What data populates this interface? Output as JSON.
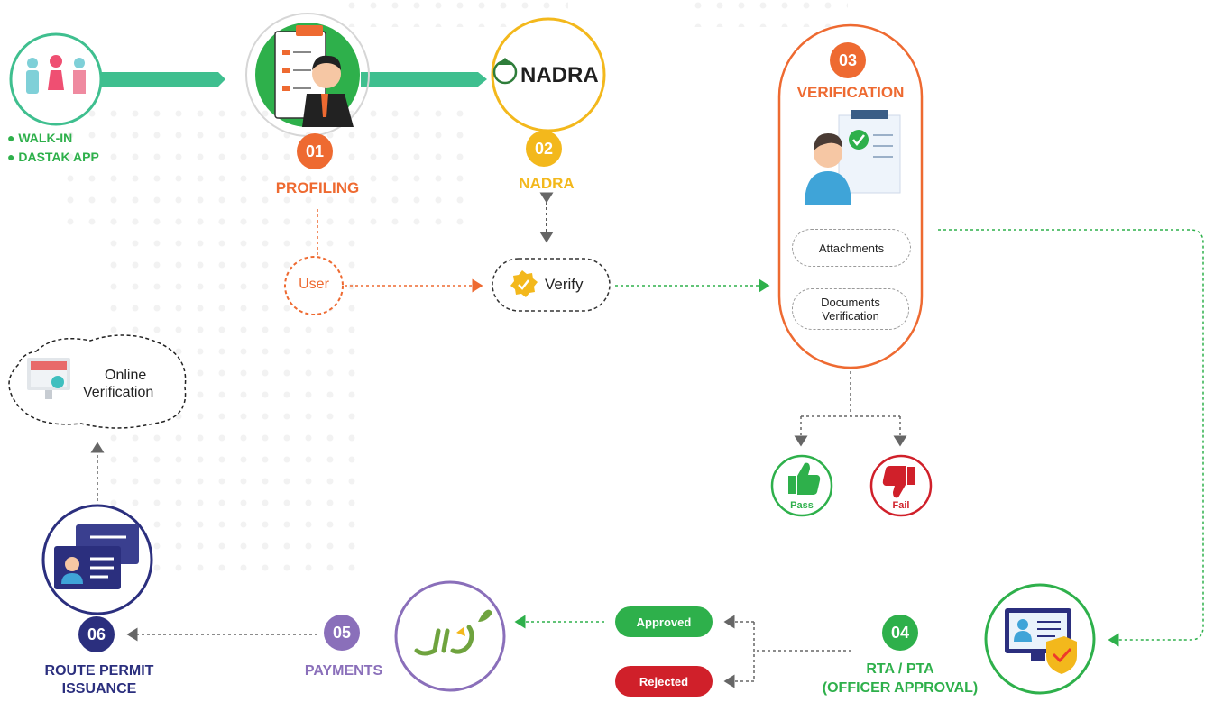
{
  "entry": {
    "methods": [
      "WALK-IN",
      "DASTAK APP"
    ]
  },
  "steps": {
    "s01": {
      "num": "01",
      "label": "PROFILING",
      "color": "#ee6a31"
    },
    "s02": {
      "num": "02",
      "label": "NADRA",
      "logo_text": "NADRA",
      "color": "#f3b81c"
    },
    "s03": {
      "num": "03",
      "label": "VERIFICATION",
      "color": "#ee6a31",
      "items": [
        "Attachments",
        "Documents Verification"
      ]
    },
    "s04": {
      "num": "04",
      "label_line1": "RTA / PTA",
      "label_line2": "(OFFICER APPROVAL)",
      "color": "#2eb04b"
    },
    "s05": {
      "num": "05",
      "label": "PAYMENTS",
      "color": "#8a6fba"
    },
    "s06": {
      "num": "06",
      "label_line1": "ROUTE PERMIT",
      "label_line2": "ISSUANCE",
      "color": "#2b2f7e"
    }
  },
  "nodes": {
    "user": "User",
    "verify": "Verify",
    "online_verification_line1": "Online",
    "online_verification_line2": "Verification"
  },
  "outcomes": {
    "pass": "Pass",
    "fail": "Fail",
    "approved": "Approved",
    "rejected": "Rejected"
  },
  "colors": {
    "green": "#2eb04b",
    "orange": "#ee6a31",
    "yellow": "#f3b81c",
    "purple": "#8a6fba",
    "navy": "#2b2f7e",
    "red": "#d0202a",
    "teal": "#3fbf8f"
  }
}
